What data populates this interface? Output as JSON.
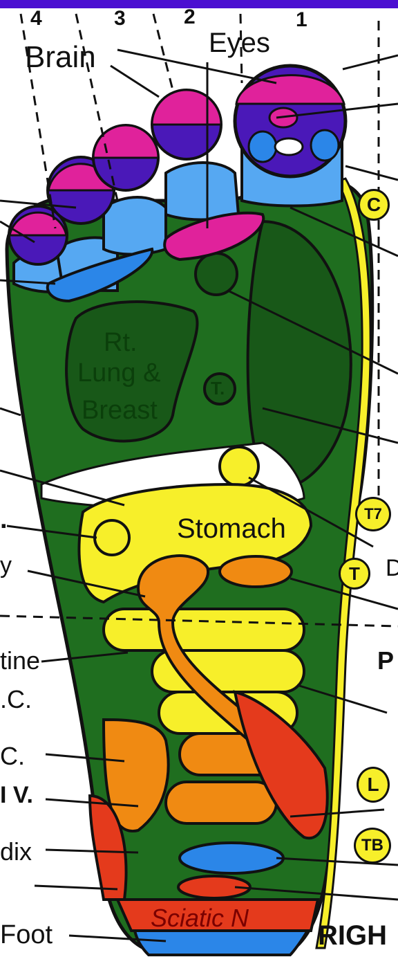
{
  "labels": {
    "brain": "Brain",
    "eyes": "Eyes",
    "rt": "Rt.",
    "lung": "Lung &",
    "breast": "Breast",
    "stomach": "Stomach",
    "sciatic": "Sciatic N",
    "tine": "tine",
    "lc": ".C.",
    "c": "C.",
    "iv": "I V.",
    "dix": "dix",
    "foot": "Foot",
    "righ": "RIGH",
    "p": "P",
    "d": "D",
    "dot": ".",
    "y": "y"
  },
  "numbers": {
    "n4": "4",
    "n3": "3",
    "n2": "2",
    "n1": "1"
  },
  "badges": {
    "c": "C",
    "t7": "T7",
    "t": "T",
    "l": "L",
    "tb": "TB",
    "t_green": "T."
  },
  "colors": {
    "green": "#1f6e1f",
    "darkgreen": "#0f4d0f",
    "yellow": "#f7ef2a",
    "orange": "#f08a12",
    "red": "#e43a1c",
    "blue": "#2b86e8",
    "lightblue": "#56a8f2",
    "purple": "#4a18b8",
    "magenta": "#e0229b",
    "topbar": "#4b0fd1"
  }
}
